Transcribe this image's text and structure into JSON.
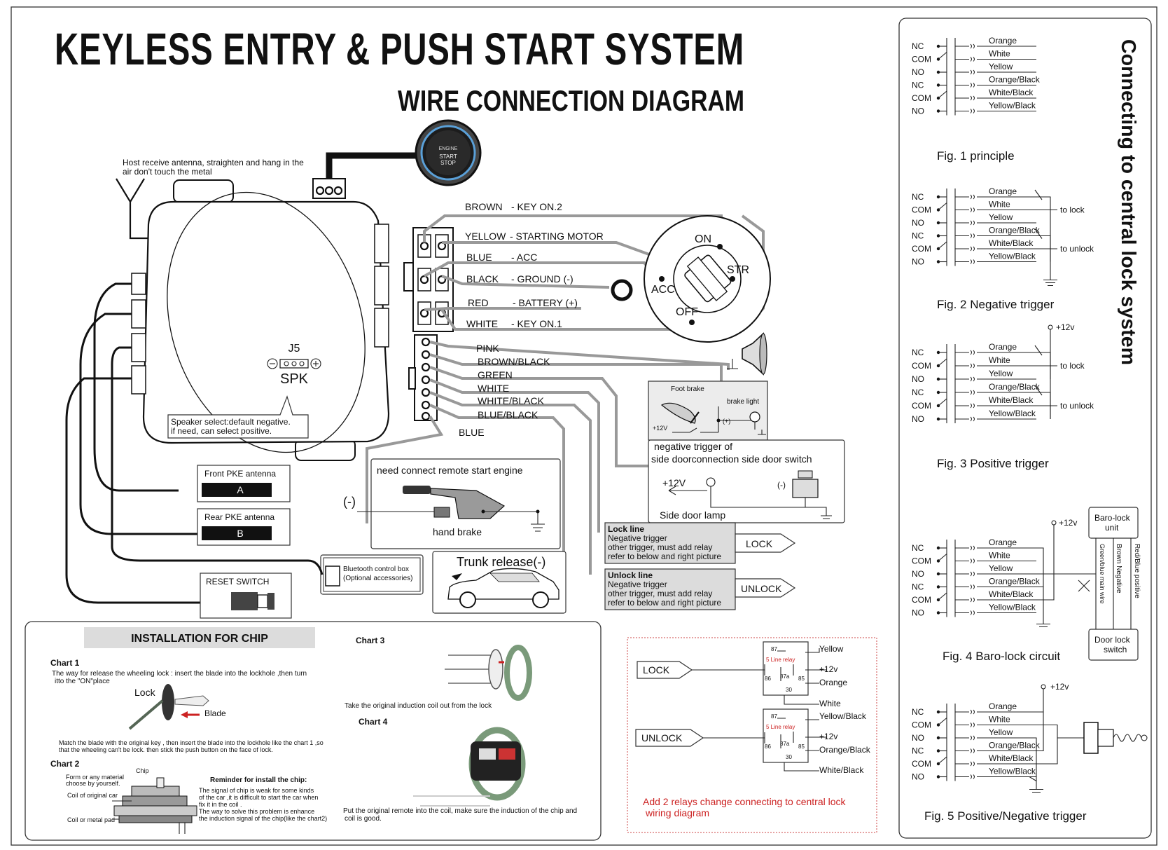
{
  "title": "KEYLESS ENTRY & PUSH START SYSTEM",
  "subtitle": "WIRE CONNECTION DIAGRAM",
  "button": {
    "brand": "ENGINE",
    "label1": "START",
    "label2": "STOP"
  },
  "antenna_note": {
    "line1": "Host receive antenna, straighten and hang in the",
    "line2": "air don't touch the metal"
  },
  "jumper": {
    "name": "J5",
    "label": "SPK"
  },
  "speaker_note": {
    "line1": "Speaker select:default negative.",
    "line2": "if need, can select positive."
  },
  "ignition_wires": [
    {
      "color": "BROWN",
      "fn": "- KEY ON.2"
    },
    {
      "color": "YELLOW",
      "fn": "- STARTING MOTOR"
    },
    {
      "color": "BLUE",
      "fn": "- ACC"
    },
    {
      "color": "BLACK",
      "fn": "- GROUND (-)"
    },
    {
      "color": "RED",
      "fn": "- BATTERY (+)"
    },
    {
      "color": "WHITE",
      "fn": "- KEY ON.1"
    }
  ],
  "ignition_positions": {
    "on": "ON",
    "str": "STR",
    "acc": "ACC",
    "off": "OFF"
  },
  "aux_wires": [
    "PINK",
    "BROWN/BLACK",
    "GREEN",
    "WHITE",
    "WHITE/BLACK",
    "BLUE/BLACK",
    "BLUE"
  ],
  "brake": {
    "foot": "Foot brake",
    "light": "brake light",
    "v12": "+12V",
    "plus": "(+)"
  },
  "side_door": {
    "line1": "negative trigger of",
    "line2": "side doorconnection  side door switch",
    "v12": "+12V",
    "minus": "(-)",
    "lamp": "Side door lamp"
  },
  "remote_start": {
    "label": "need connect remote start engine",
    "hand_brake": "hand brake",
    "neg": "(-)"
  },
  "trunk": "Trunk release(-)",
  "bluetooth": {
    "line1": "Bluetooth control box",
    "line2": "(Optional accessories)"
  },
  "front_pke": {
    "label": "Front PKE antenna",
    "letter": "A"
  },
  "rear_pke": {
    "label": "Rear PKE antenna",
    "letter": "B"
  },
  "reset": "RESET SWITCH",
  "lock_box": {
    "title": "Lock line",
    "l1": "Negative trigger",
    "l2": "other trigger, must add relay",
    "l3": "refer to below and right picture",
    "out": "LOCK"
  },
  "unlock_box": {
    "title": "Unlock line",
    "l1": "Negative trigger",
    "l2": "other trigger, must add relay",
    "l3": "refer to below and right picture",
    "out": "UNLOCK"
  },
  "chip": {
    "header": "INSTALLATION FOR CHIP",
    "chart1": "Chart  1",
    "chart1_text1": "The way for release the wheeling lock : insert the blade into the lockhole ,then turn",
    "chart1_text2": "itto the \"ON\"place",
    "lock": "Lock",
    "blade": "Blade",
    "match1": "Match the blade with the original key , then insert the blade into the lockhole like the chart 1 ,so",
    "match2": "that the wheeling can't be lock. then stick the push button on the face of lock.",
    "chart2": "Chart  2",
    "chip_lbl": "Chip",
    "form1": "Form or any material",
    "form2": "choose by yourself.",
    "coil_orig": "Coil of original car",
    "coil_metal": "Coil or metal pad",
    "reminder": "Reminder for install the chip:",
    "rem1": "The signal of chip is weak for some kinds",
    "rem2": "of the car ,it is difficult to start the car when",
    "rem3": "fix it in the coil .",
    "rem4": "The way to solve this problem is enhance",
    "rem5": "the induction signal of the chip(like the chart2)",
    "chart3": "Chart  3",
    "chart3_text": "Take the original induction coil  out from the lock",
    "chart4": "Chart  4",
    "chart4_text1": "Put the original remote into the coil, make sure the induction of the chip and",
    "chart4_text2": "coil is good."
  },
  "relay": {
    "lock": "LOCK",
    "unlock": "UNLOCK",
    "relay_name": "5 Line relay",
    "pins": [
      "87",
      "86",
      "87a",
      "85",
      "30"
    ],
    "lock_wires": [
      "Yellow",
      "+12v",
      "Orange",
      "White"
    ],
    "unlock_wires": [
      "Yellow/Black",
      "+12v",
      "Orange/Black",
      "White/Black"
    ],
    "caption1": "Add 2 relays change connecting to central lock",
    "caption2": "wiring diagram"
  },
  "right_panel": {
    "vertical_title": "Connecting to central lock system",
    "terms": [
      "NC",
      "COM",
      "NO",
      "NC",
      "COM",
      "NO"
    ],
    "wires": [
      "Orange",
      "White",
      "Yellow",
      "Orange/Black",
      "White/Black",
      "Yellow/Black"
    ],
    "to_lock": "to lock",
    "to_unlock": "to unlock",
    "v12": "+12v",
    "fig1": "Fig. 1  principle",
    "fig2": "Fig. 2  Negative trigger",
    "fig3": "Fig. 3  Positive trigger",
    "fig4": "Fig. 4  Baro-lock circuit",
    "fig5": "Fig. 5  Positive/Negative trigger",
    "baro_unit1": "Baro-lock",
    "baro_unit2": "unit",
    "door_switch1": "Door lock",
    "door_switch2": "switch",
    "baro_col1": "Green/blue  main wire",
    "baro_col2": "Brown   Negative",
    "baro_col3": "Red/Blue  positive"
  },
  "colors": {
    "wire": "#999999",
    "relay_caption": "#cc2222",
    "box_gray": "#dcdcdc"
  }
}
